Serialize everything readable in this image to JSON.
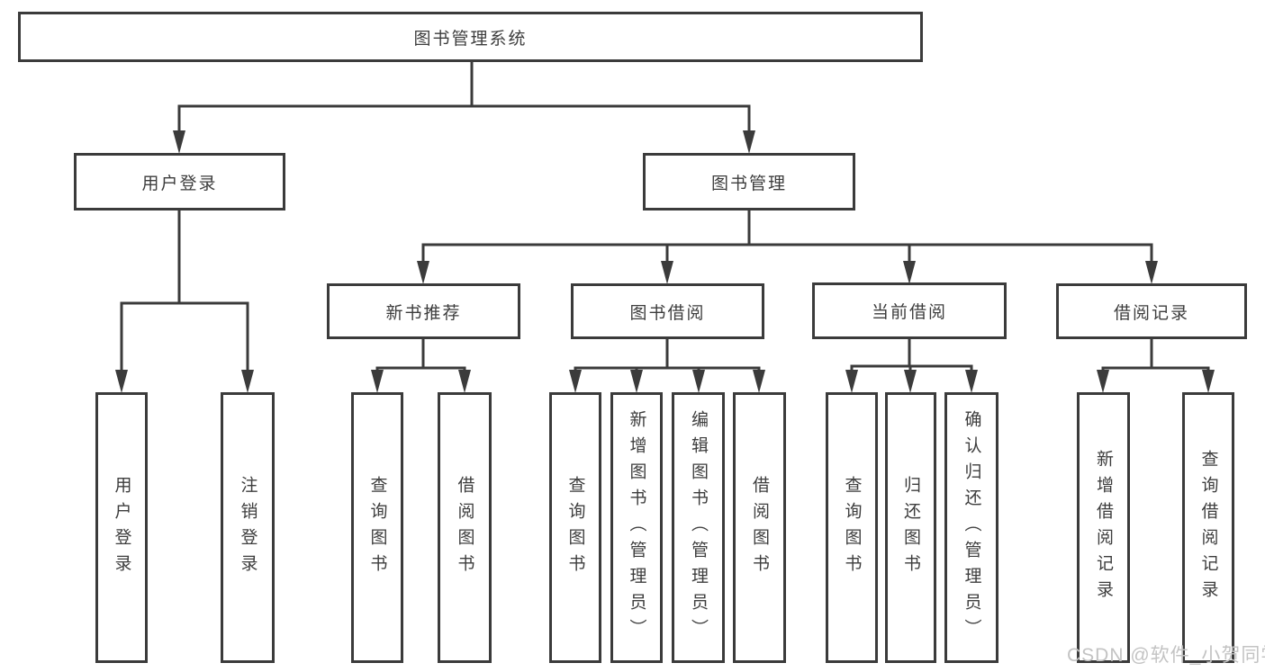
{
  "diagram": {
    "root": {
      "label": "图书管理系统"
    },
    "branches": [
      {
        "label": "用户登录",
        "leaves": [
          {
            "label": "用户登录"
          },
          {
            "label": "注销登录"
          }
        ]
      },
      {
        "label": "图书管理",
        "groups": [
          {
            "label": "新书推荐",
            "leaves": [
              {
                "label": "查询图书"
              },
              {
                "label": "借阅图书"
              }
            ]
          },
          {
            "label": "图书借阅",
            "leaves": [
              {
                "label": "查询图书"
              },
              {
                "label": "新增图书（管理员）"
              },
              {
                "label": "编辑图书（管理员）"
              },
              {
                "label": "借阅图书"
              }
            ]
          },
          {
            "label": "当前借阅",
            "leaves": [
              {
                "label": "查询图书"
              },
              {
                "label": "归还图书"
              },
              {
                "label": "确认归还（管理员）"
              }
            ]
          },
          {
            "label": "借阅记录",
            "leaves": [
              {
                "label": "新增借阅记录"
              },
              {
                "label": "查询借阅记录"
              }
            ]
          }
        ]
      }
    ]
  },
  "watermark": {
    "text": "CSDN @软件_小贺同学"
  },
  "colors": {
    "line": "#3b3b3b",
    "text": "#3d3d3d",
    "box_bg": "#ffffff",
    "background": "#ffffff",
    "watermark": "#c3c3c3"
  }
}
